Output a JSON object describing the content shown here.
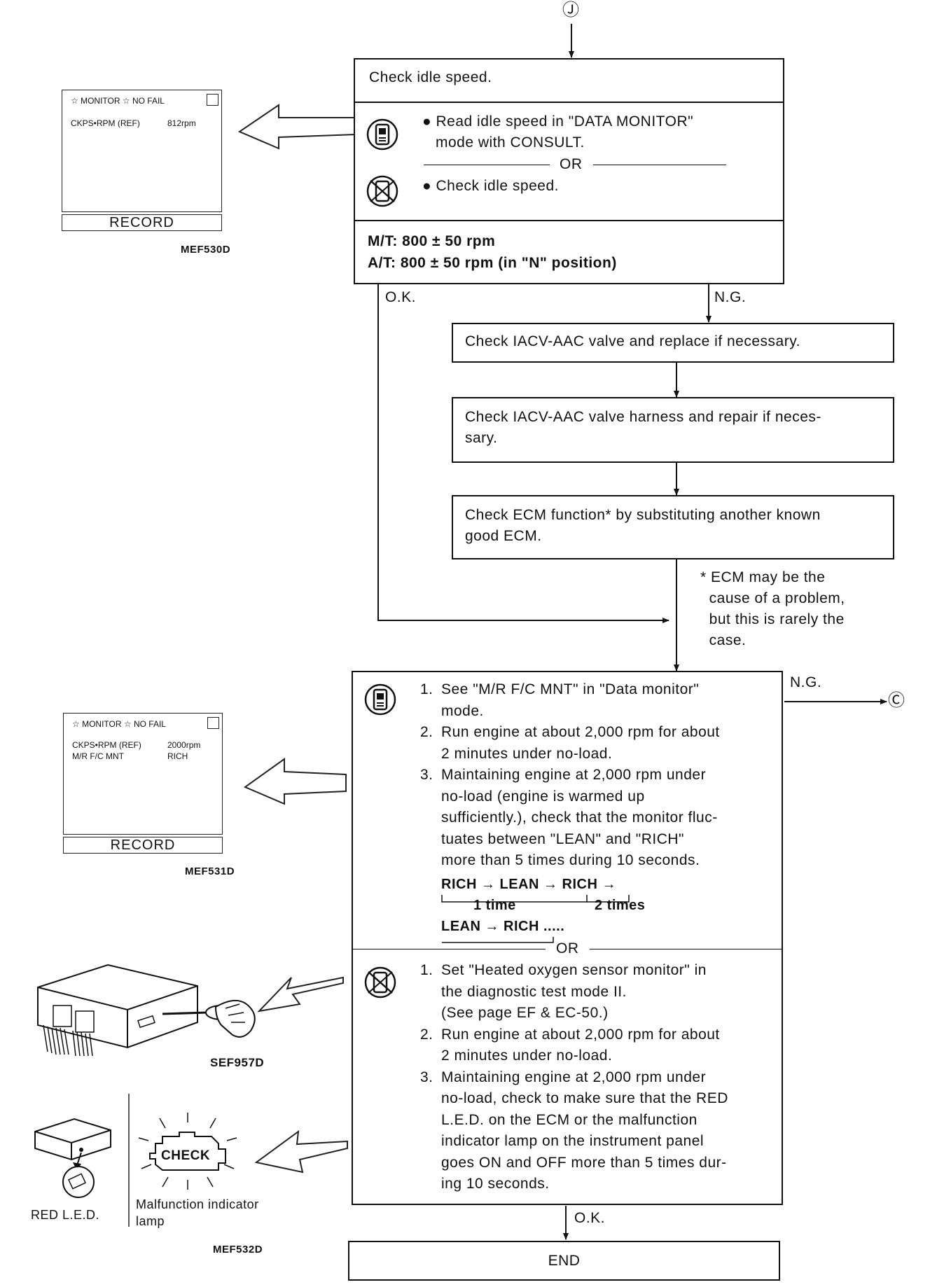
{
  "connectors": {
    "top": "Ⓙ",
    "right": "Ⓒ"
  },
  "box1": {
    "title": "Check idle speed.",
    "consult_text": "● Read idle speed in \"DATA MONITOR\"\n   mode with CONSULT.",
    "or": "OR",
    "no_consult_text": "● Check idle speed.",
    "spec_mt": "M/T: 800 ± 50 rpm",
    "spec_at": "A/T: 800 ± 50 rpm (in \"N\" position)"
  },
  "labels": {
    "ok1": "O.K.",
    "ng1": "N.G.",
    "ng2": "N.G.",
    "ok2": "O.K."
  },
  "steps": [
    "Check IACV-AAC valve and replace if necessary.",
    "Check IACV-AAC valve harness and repair if neces-\nsary.",
    "Check ECM function* by substituting another known\ngood ECM."
  ],
  "footnote": "* ECM may be the\n  cause of a problem,\n  but this is rarely the\n  case.",
  "box2": {
    "consult_items": [
      {
        "num": "1.",
        "text": "See \"M/R F/C MNT\" in \"Data monitor\"\nmode."
      },
      {
        "num": "2.",
        "text": "Run engine at about 2,000 rpm for about\n2 minutes under no-load."
      },
      {
        "num": "3.",
        "text": "Maintaining engine at 2,000 rpm under\nno-load (engine is warmed up\nsufficiently.), check that the monitor fluc-\ntuates between \"LEAN\" and \"RICH\"\nmore than 5 times during 10 seconds."
      }
    ],
    "cycle_line1": "RICH → LEAN → RICH →",
    "cycle_label1": "1 time",
    "cycle_label2": "2 times",
    "cycle_line2": "LEAN → RICH .....",
    "or": "OR",
    "no_consult_items": [
      {
        "num": "1.",
        "text": "Set \"Heated oxygen sensor monitor\" in\nthe diagnostic test mode II.\n(See page EF & EC-50.)"
      },
      {
        "num": "2.",
        "text": "Run engine at about 2,000 rpm for about\n2 minutes under no-load."
      },
      {
        "num": "3.",
        "text": "Maintaining engine at 2,000 rpm under\nno-load, check to make sure that the RED\nL.E.D. on the ECM or the malfunction\nindicator lamp on the instrument panel\ngoes ON and OFF more than 5 times dur-\ning 10 seconds."
      }
    ]
  },
  "end_label": "END",
  "monitor1": {
    "header": "☆ MONITOR  ☆ NO FAIL",
    "row1_label": "CKPS•RPM (REF)",
    "row1_value": "812rpm",
    "record": "RECORD",
    "fig": "MEF530D"
  },
  "monitor2": {
    "header": "☆ MONITOR  ☆ NO FAIL",
    "row1_label": "CKPS•RPM (REF)",
    "row1_value": "2000rpm",
    "row2_label": "M/R F/C MNT",
    "row2_value": "RICH",
    "record": "RECORD",
    "fig": "MEF531D"
  },
  "ecm_fig": "SEF957D",
  "led_label": "RED L.E.D.",
  "mil_label": "Malfunction indicator\nlamp",
  "check_text": "CHECK",
  "fig3": "MEF532D"
}
